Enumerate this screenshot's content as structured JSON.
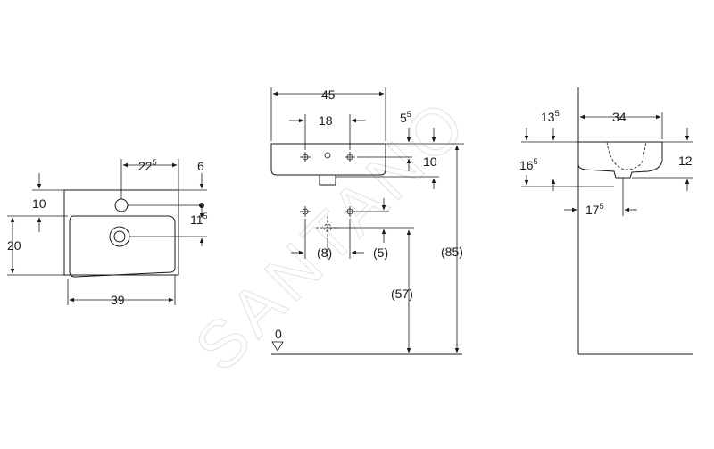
{
  "watermark": "SANTANO",
  "front_view": {
    "width_label": "39",
    "height_label": "20",
    "top_label": "10",
    "tap_offset_label": {
      "main": "22",
      "sup": "5"
    },
    "tap_edge_label": "6",
    "waste_label": {
      "main": "11",
      "sup": "5"
    }
  },
  "top_view": {
    "width_label": "45",
    "tap_spacing_label": "18",
    "rim_label": {
      "main": "5",
      "sup": "5"
    },
    "depth_label": "10",
    "spacing_label": "(8)",
    "offset_label": "(5)",
    "waste_height_label": "(57)",
    "mount_height_label": "(85)",
    "floor_label": "0"
  },
  "side_view": {
    "depth_label": "34",
    "wall_offset_label": {
      "main": "13",
      "sup": "5"
    },
    "height_label": "12",
    "waste_label": {
      "main": "16",
      "sup": "5"
    },
    "waste_offset_label": {
      "main": "17",
      "sup": "5"
    }
  }
}
